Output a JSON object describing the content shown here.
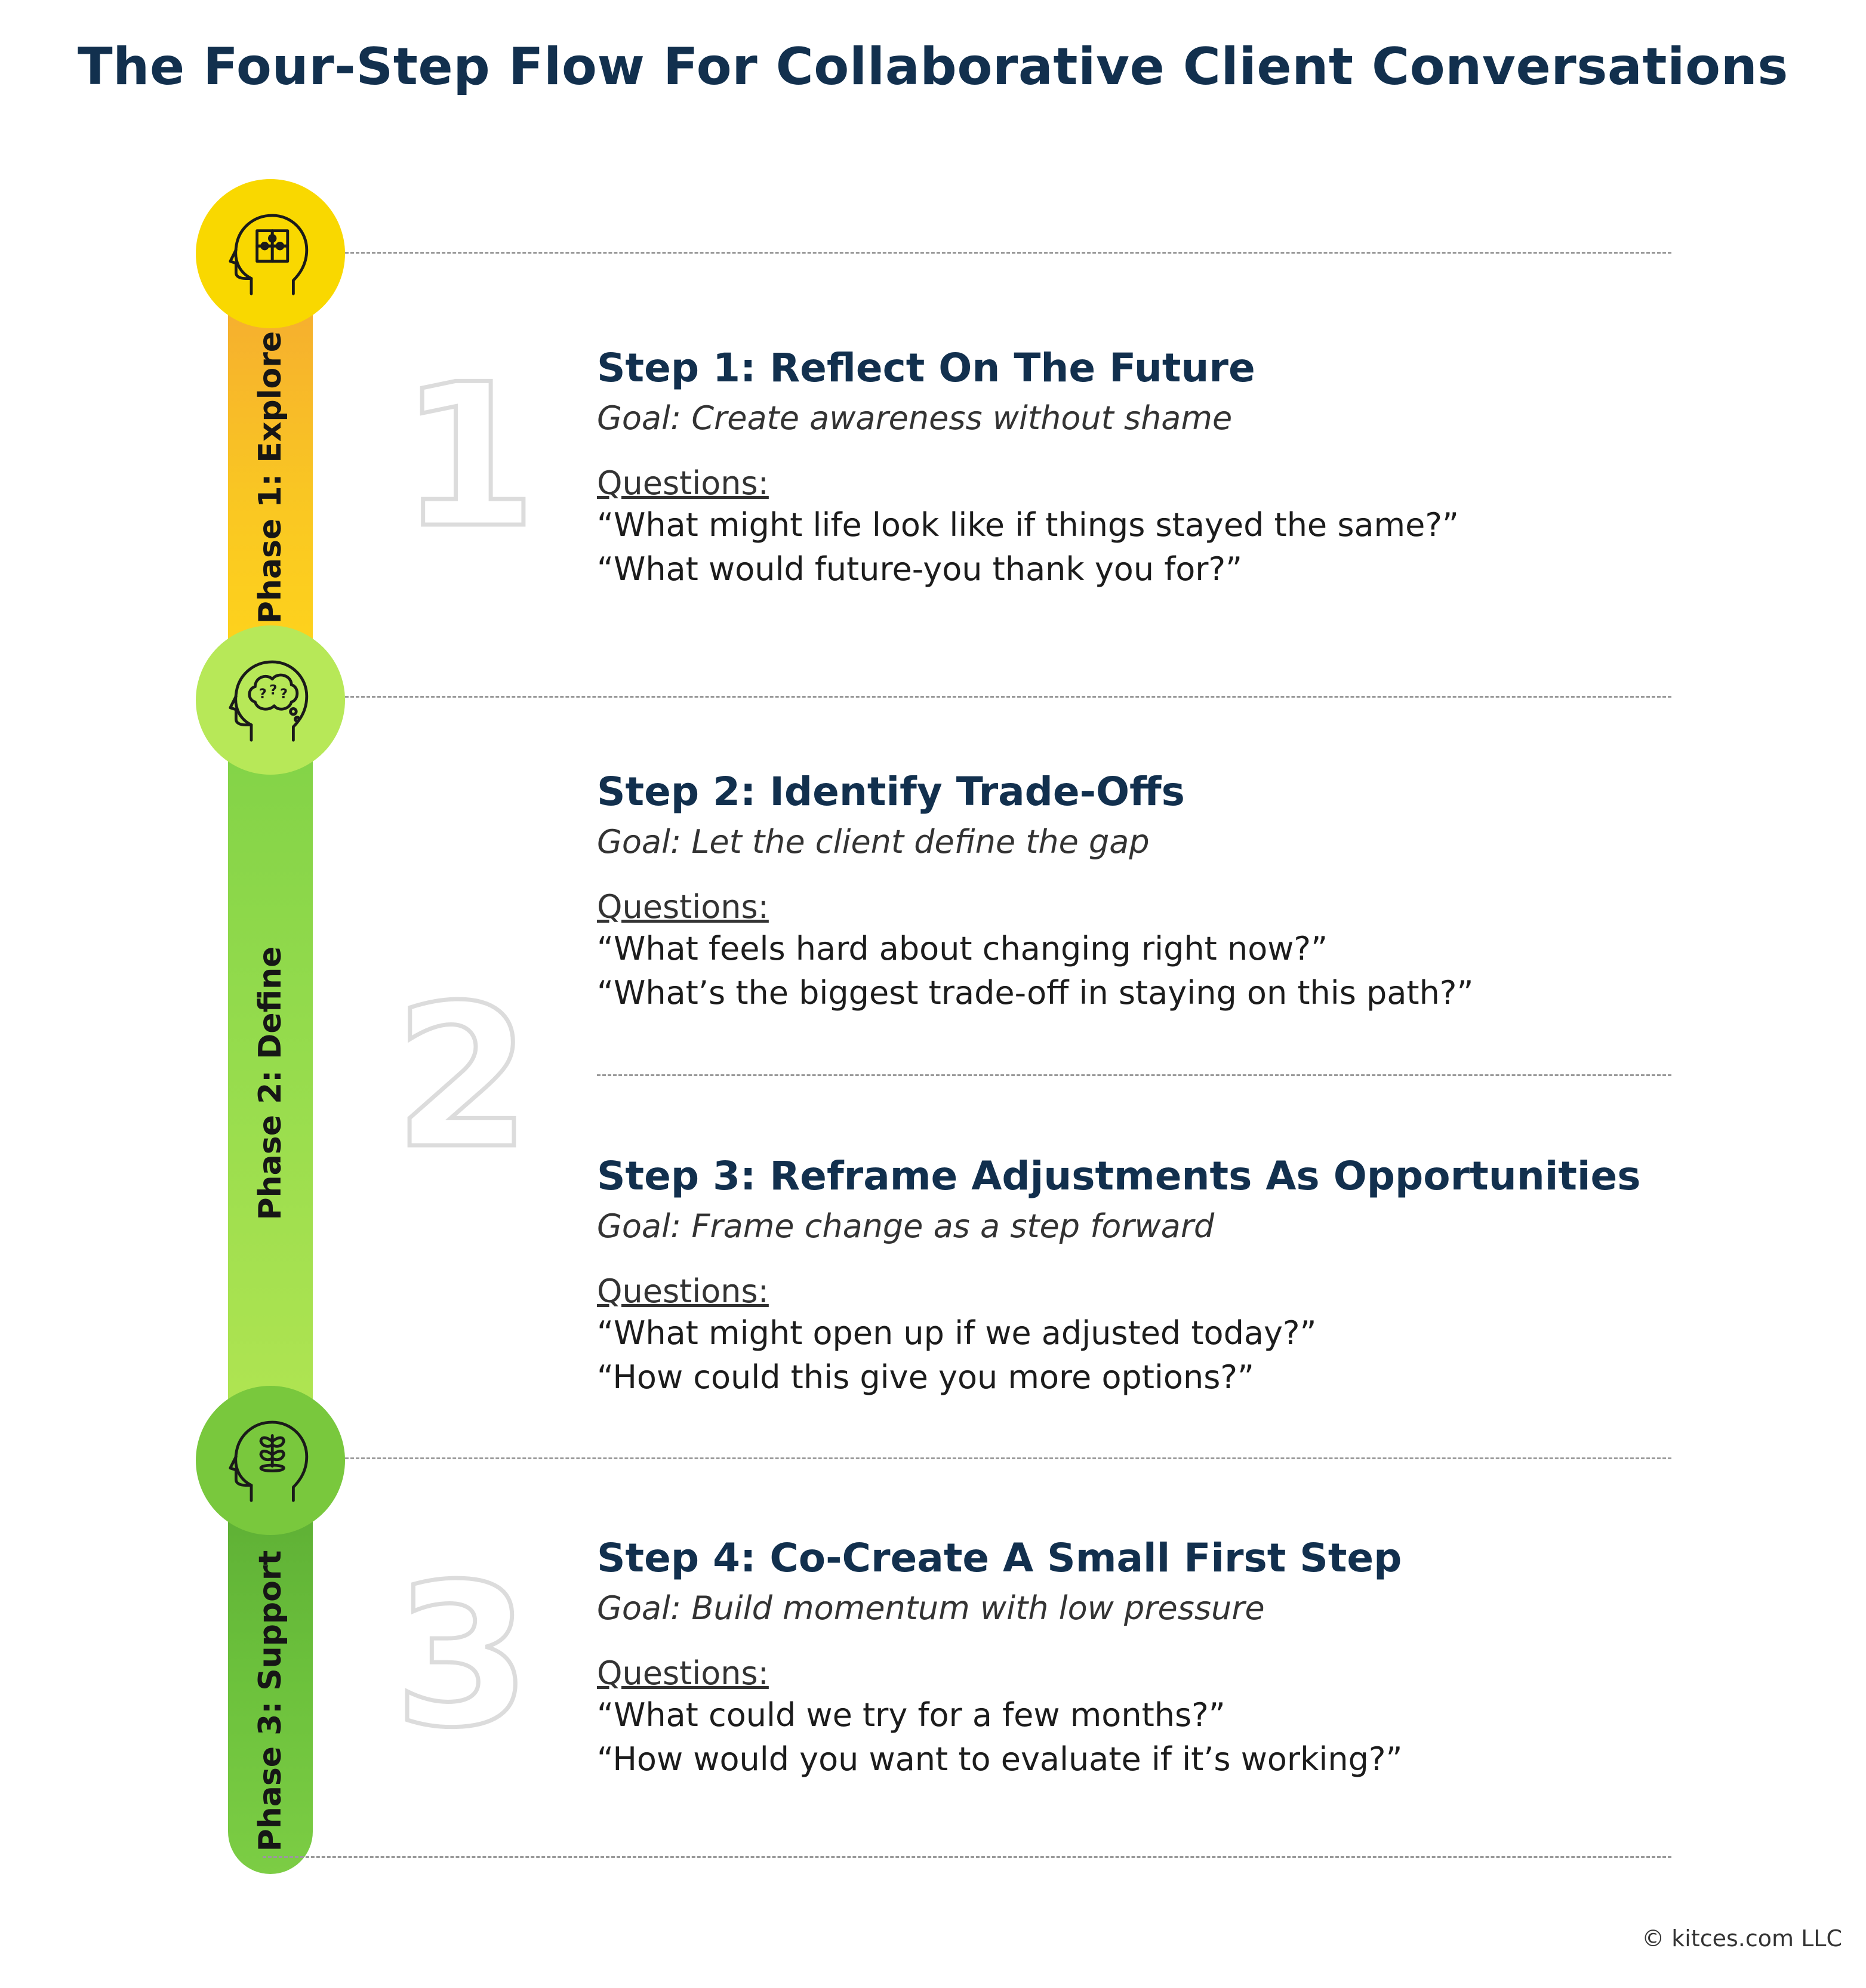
{
  "title": "The Four-Step Flow For Collaborative Client Conversations",
  "phases": [
    {
      "label": "Phase 1: Explore",
      "icon": "head-puzzle-icon",
      "color": "#f9d800"
    },
    {
      "label": "Phase 2: Define",
      "icon": "head-question-icon",
      "color": "#b7e858"
    },
    {
      "label": "Phase 3: Support",
      "icon": "head-sprout-icon",
      "color": "#79c83d"
    }
  ],
  "phase_numbers": [
    "1",
    "2",
    "3"
  ],
  "steps": [
    {
      "title": "Step 1: Reflect On The Future",
      "goal": "Goal: Create awareness without shame",
      "questions_label": "Questions:",
      "questions": [
        "“What might life look like if things stayed the same?”",
        "“What would future-you thank you for?”"
      ]
    },
    {
      "title": "Step 2: Identify Trade-Offs",
      "goal": "Goal: Let the client define the gap",
      "questions_label": "Questions:",
      "questions": [
        "“What feels hard about changing right now?”",
        "“What’s the biggest trade-off in staying on this path?”"
      ]
    },
    {
      "title": "Step 3: Reframe Adjustments As Opportunities",
      "goal": "Goal: Frame change as a step forward",
      "questions_label": "Questions:",
      "questions": [
        "“What might open up if we adjusted today?”",
        "“How could this give you more options?”"
      ]
    },
    {
      "title": "Step 4: Co-Create A Small First Step",
      "goal": "Goal: Build momentum with low pressure",
      "questions_label": "Questions:",
      "questions": [
        "“What could we try for a few months?”",
        "“How would you want to evaluate if it’s working?”"
      ]
    }
  ],
  "copyright": "© kitces.com LLC"
}
